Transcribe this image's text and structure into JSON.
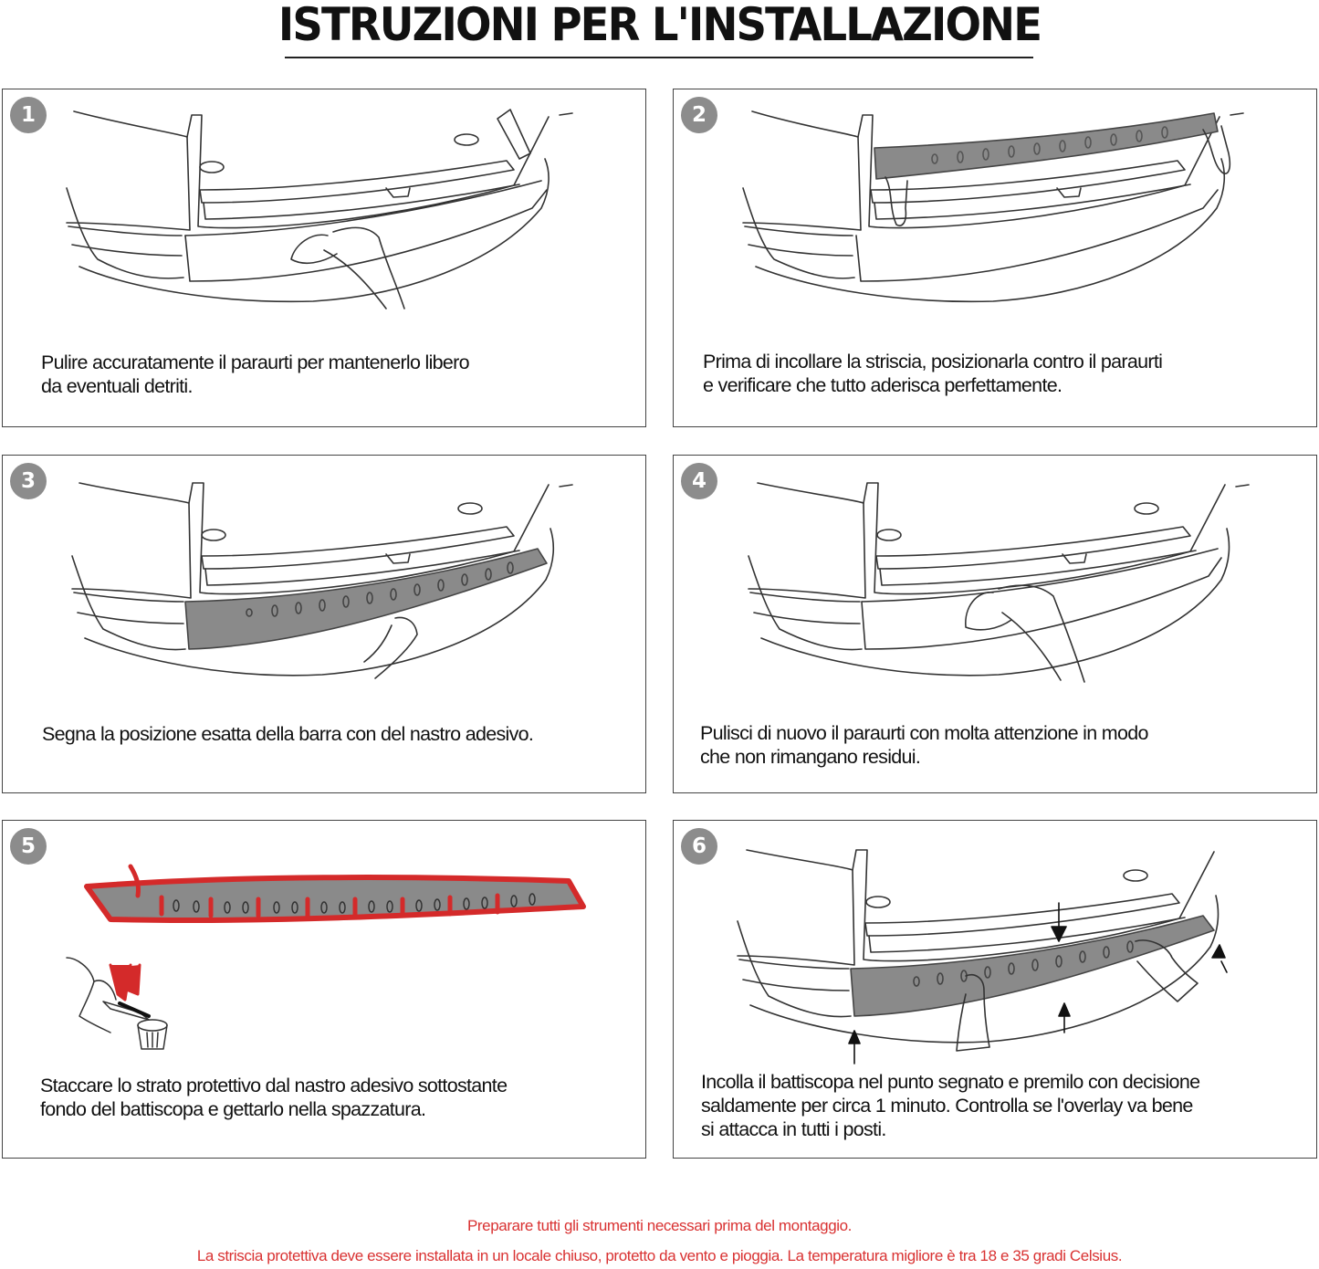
{
  "page": {
    "title": "ISTRUZIONI PER L'INSTALLAZIONE"
  },
  "steps": [
    {
      "number": "1",
      "lines": [
        "Pulire accuratamente il paraurti per mantenerlo libero",
        "da eventuali detriti."
      ]
    },
    {
      "number": "2",
      "lines": [
        "Prima di incollare la striscia, posizionarla contro il paraurti",
        "e verificare che tutto aderisca perfettamente."
      ]
    },
    {
      "number": "3",
      "lines": [
        "Segna la posizione esatta della barra con del nastro adesivo."
      ]
    },
    {
      "number": "4",
      "lines": [
        "Pulisci di nuovo il paraurti con molta attenzione in modo",
        "che non rimangano residui."
      ]
    },
    {
      "number": "5",
      "lines": [
        "Staccare lo strato protettivo dal nastro adesivo sottostante",
        "fondo del battiscopa e gettarlo nella spazzatura."
      ]
    },
    {
      "number": "6",
      "lines": [
        "Incolla il battiscopa nel punto segnato e premilo con decisione",
        "saldamente per circa 1 minuto. Controlla se l'overlay va bene",
        "si attacca in tutti i posti."
      ]
    }
  ],
  "footer": {
    "line1": "Preparare tutti gli strumenti necessari prima del montaggio.",
    "line2": "La striscia protettiva deve essere installata in un locale chiuso, protetto da vento e pioggia. La temperatura migliore è tra 18 e 35 gradi Celsius."
  },
  "colors": {
    "badge": "#8c8c8c",
    "strip": "#8a8a8a",
    "adhesive": "#d42a2a",
    "warning_text": "#d93232"
  },
  "icons": {
    "car_drawing": "car-rear-bumper-icon",
    "hand": "hand-icon",
    "cloth": "cleaning-cloth-icon",
    "trash": "trash-bin-icon",
    "arrow": "arrow-up-icon"
  }
}
